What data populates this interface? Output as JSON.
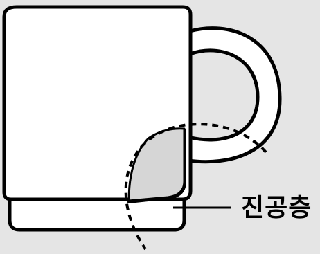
{
  "diagram": {
    "title": "",
    "callout_label": "진공층",
    "colors": {
      "background": "#e5e5e5",
      "mug_fill": "#ffffff",
      "outline": "#000000",
      "cutaway_fill": "#d6d6d6"
    },
    "elements": [
      "mug-body",
      "mug-handle",
      "mug-base",
      "vacuum-layer-cutaway",
      "dashed-section-arc",
      "leader-line"
    ]
  }
}
